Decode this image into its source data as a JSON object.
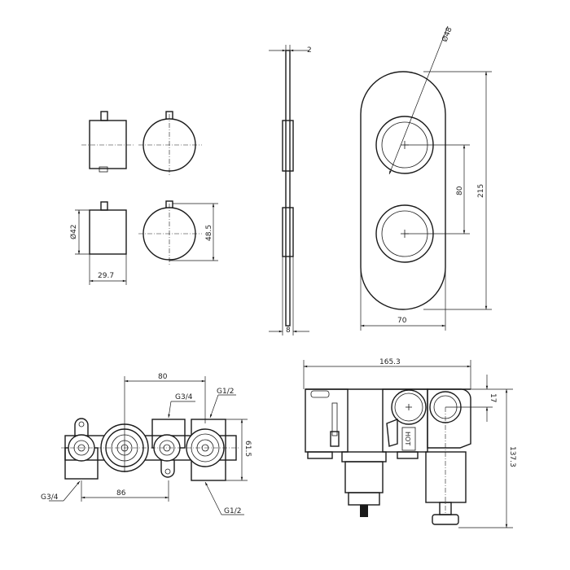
{
  "drawing": {
    "knob_dims": {
      "diameter": "Ø42",
      "depth": "29.7",
      "height": "48.5"
    },
    "plate_side_dims": {
      "thickness_top": "2",
      "thickness_bottom": "8"
    },
    "plate_front_dims": {
      "hole_diameter": "Ø48",
      "hole_spacing": "80",
      "height": "215",
      "width": "70"
    },
    "body_top_dims": {
      "spacing_top": "80",
      "inlet_left_top": "G3/4",
      "outlet_right_top": "G1/2",
      "depth": "61.5",
      "spacing_bottom": "86",
      "inlet_left_bottom": "G3/4",
      "outlet_right_bottom": "G1/2"
    },
    "body_front_dims": {
      "width": "165.3",
      "offset": "17",
      "height": "137.3",
      "hot_label": "HOT"
    }
  }
}
